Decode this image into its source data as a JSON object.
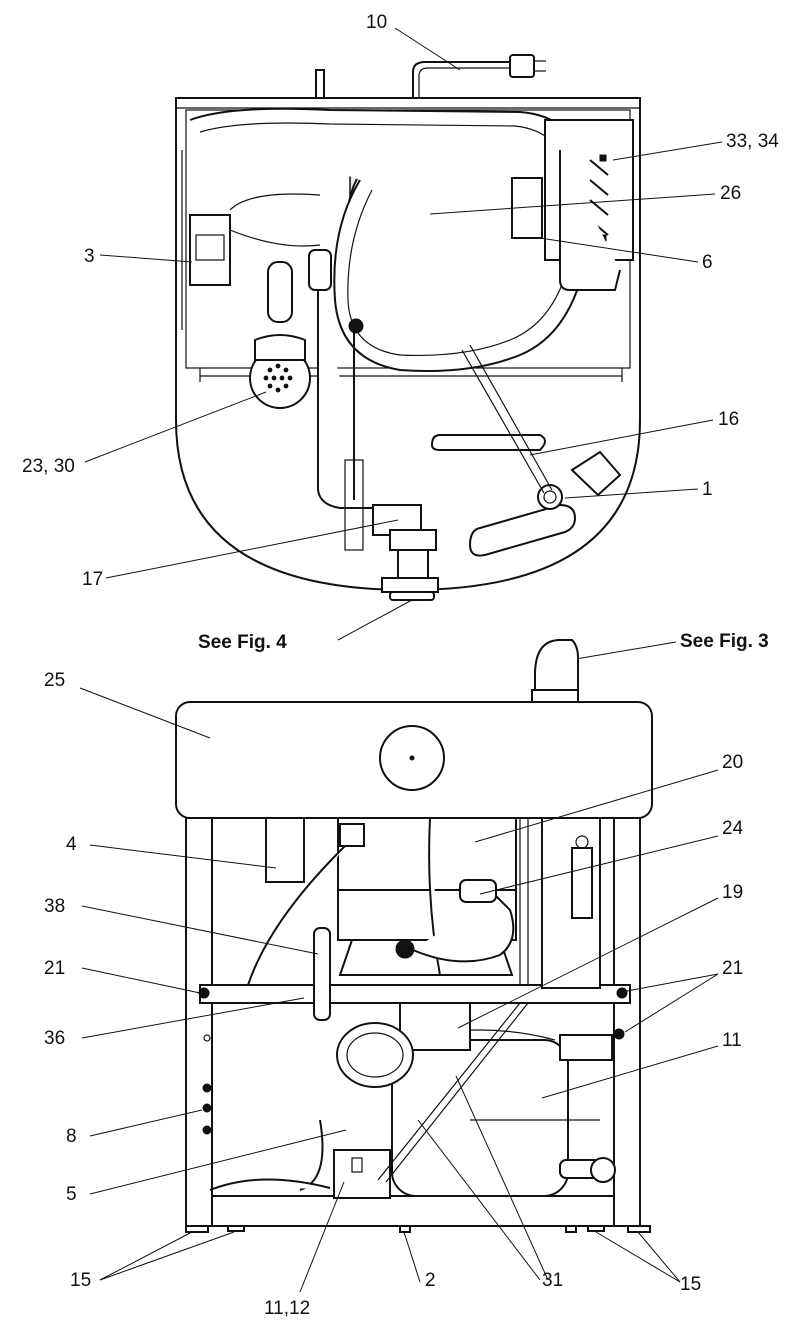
{
  "top_view": {
    "callouts": {
      "c10": "10",
      "c33_34": "33, 34",
      "c26": "26",
      "c3": "3",
      "c6": "6",
      "c23_30": "23, 30",
      "c16": "16",
      "c1": "1",
      "c17": "17"
    },
    "fig_ref_left": "See Fig. 4"
  },
  "front_view": {
    "fig_ref_right": "See Fig. 3",
    "callouts": {
      "c25": "25",
      "c20": "20",
      "c24": "24",
      "c4": "4",
      "c38": "38",
      "c19": "19",
      "c21_left": "21",
      "c21_right": "21",
      "c36": "36",
      "c11_right": "11",
      "c8": "8",
      "c5": "5",
      "c15_left": "15",
      "c11_12": "11,12",
      "c2": "2",
      "c31": "31",
      "c15_right": "15"
    }
  }
}
